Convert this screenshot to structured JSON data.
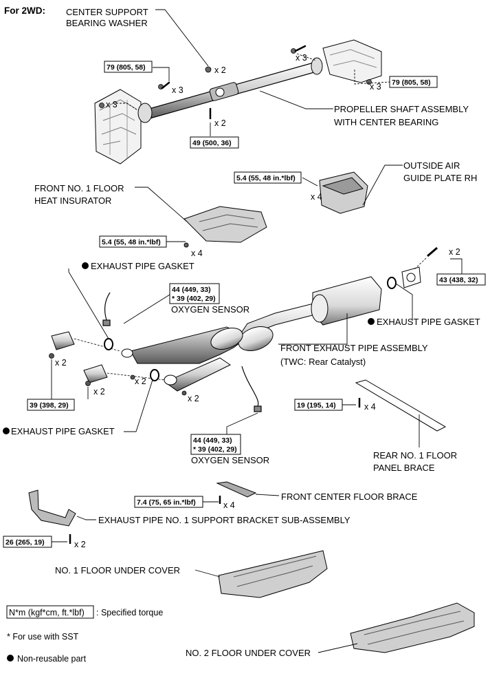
{
  "header": {
    "title": "For 2WD:"
  },
  "labels": {
    "center_support_washer": [
      "CENTER SUPPORT",
      "BEARING WASHER"
    ],
    "propeller_shaft": [
      "PROPELLER SHAFT ASSEMBLY",
      "WITH CENTER BEARING"
    ],
    "outside_air_guide": [
      "OUTSIDE AIR",
      "GUIDE PLATE RH"
    ],
    "heat_insulator": [
      "FRONT NO. 1 FLOOR",
      "HEAT INSURATOR"
    ],
    "gasket_top": "EXHAUST PIPE GASKET",
    "oxygen_sensor_top": "OXYGEN SENSOR",
    "gasket_right": "EXHAUST PIPE GASKET",
    "front_exhaust_pipe": "FRONT EXHAUST PIPE ASSEMBLY",
    "twc_note": "(TWC: Rear Catalyst)",
    "gasket_left": "EXHAUST PIPE GASKET",
    "oxygen_sensor_bottom": "OXYGEN SENSOR",
    "rear_brace": [
      "REAR NO. 1 FLOOR",
      "PANEL  BRACE"
    ],
    "front_center_brace": "FRONT CENTER FLOOR BRACE",
    "support_bracket": "EXHAUST PIPE NO. 1 SUPPORT BRACKET SUB-ASSEMBLY",
    "floor_cover_1": "NO. 1 FLOOR UNDER COVER",
    "floor_cover_2": "NO. 2 FLOOR UNDER COVER"
  },
  "torques": {
    "prop_left": "79 (805, 58)",
    "prop_right": "79 (805, 58)",
    "center_bearing": "49 (500, 36)",
    "air_guide": "5.4 (55, 48 in.*lbf)",
    "heat_insulator": "5.4 (55, 48 in.*lbf)",
    "flange_rear": "43 (438, 32)",
    "sensor_top": [
      "44 (449, 33)",
      "*  39 (402, 29)"
    ],
    "front_flange": "39 (398, 29)",
    "brace_rear": "19 (195, 14)",
    "sensor_bottom": [
      "44 (449, 33)",
      "*  39 (402, 29)"
    ],
    "front_center_brace": "7.4 (75, 65 in.*lbf)",
    "support_bracket": "26 (265, 19)"
  },
  "quantities": {
    "washer": "x 2",
    "prop_left_bolts": "x 3",
    "prop_left_nuts": "x 3",
    "prop_right_top": "x 3",
    "prop_right_nuts": "x 3",
    "center_bearing_bolts": "x 2",
    "air_guide": "x 4",
    "heat_insulator": "x 4",
    "flange_rear": "x 2",
    "front_nut_a": "x 2",
    "front_nut_b": "x 2",
    "flange_bolts": "x 2",
    "flange_nuts": "x 2",
    "brace_rear": "x 4",
    "front_center_brace": "x 4",
    "support_bracket": "x 2"
  },
  "legend": {
    "torque_box": "N*m (kgf*cm, ft.*lbf)",
    "torque_desc": ": Specified torque",
    "sst_note": "* For use with SST",
    "non_reusable": "Non-reusable part"
  },
  "colors": {
    "line": "#000000",
    "part": "#ffffff",
    "shade": "#8a8a8a",
    "light": "#d0d0d0"
  }
}
